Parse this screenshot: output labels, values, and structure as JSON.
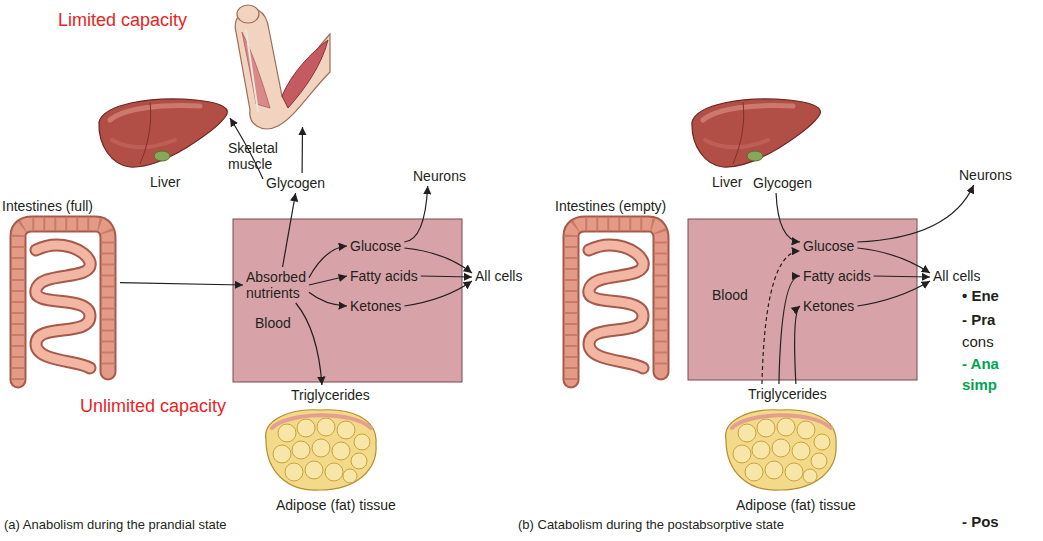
{
  "diagram": {
    "nodes": [
      {
        "text": [
          "Liver"
        ]
      },
      {
        "text": [
          "Skeletal muscle"
        ]
      },
      {
        "text": [
          "Glycogen"
        ]
      },
      {
        "text": [
          "Neurons"
        ]
      },
      {
        "text": [
          "Intestines (full)"
        ]
      },
      {
        "text": [
          "Blood"
        ]
      },
      {
        "text": [
          "Absorbed nutrients"
        ],
        "in": 5
      },
      {
        "text": [
          "Glucose"
        ],
        "in": 5
      },
      {
        "text": [
          "Fatty acids"
        ],
        "in": 5
      },
      {
        "text": [
          "Ketones"
        ],
        "in": 5
      },
      {
        "text": [
          "All cells"
        ]
      },
      {
        "text": [
          "Triglycerides"
        ]
      },
      {
        "text": [
          "Adipose (fat) tissue"
        ]
      },
      {
        "text": [
          "Liver"
        ]
      },
      {
        "text": [
          "Glycogen"
        ]
      },
      {
        "text": [
          "Neurons"
        ]
      },
      {
        "text": [
          "Intestines (empty)"
        ]
      },
      {
        "text": [
          "Blood"
        ]
      },
      {
        "text": [
          "Glucose"
        ],
        "in": 17
      },
      {
        "text": [
          "Fatty acids"
        ],
        "in": 17
      },
      {
        "text": [
          "Ketones"
        ],
        "in": 17
      },
      {
        "text": [
          "All cells"
        ]
      },
      {
        "text": [
          "Triglycerides"
        ]
      },
      {
        "text": [
          "Adipose (fat) tissue"
        ]
      }
    ],
    "edges": [
      {
        "from": 4,
        "to": 6,
        "arrow": "to"
      },
      {
        "from": 6,
        "to": 2,
        "arrow": "to"
      },
      {
        "from": 2,
        "to": 0,
        "arrow": "to"
      },
      {
        "from": 2,
        "to": 1,
        "arrow": "to"
      },
      {
        "from": 6,
        "to": 7,
        "arrow": "to"
      },
      {
        "from": 6,
        "to": 8,
        "arrow": "to"
      },
      {
        "from": 6,
        "to": 9,
        "arrow": "to"
      },
      {
        "from": 6,
        "to": 11,
        "arrow": "to"
      },
      {
        "from": 7,
        "to": 3,
        "arrow": "to"
      },
      {
        "from": 7,
        "to": 10,
        "arrow": "to"
      },
      {
        "from": 8,
        "to": 10,
        "arrow": "to"
      },
      {
        "from": 9,
        "to": 10,
        "arrow": "to"
      },
      {
        "from": 14,
        "to": 18,
        "arrow": "to"
      },
      {
        "from": 22,
        "to": 18,
        "arrow": "to"
      },
      {
        "from": 22,
        "to": 19,
        "arrow": "to"
      },
      {
        "from": 22,
        "to": 20,
        "arrow": "to"
      },
      {
        "from": 18,
        "to": 15,
        "arrow": "to"
      },
      {
        "from": 18,
        "to": 21,
        "arrow": "to"
      },
      {
        "from": 19,
        "to": 21,
        "arrow": "to"
      },
      {
        "from": 20,
        "to": 21,
        "arrow": "to"
      }
    ],
    "labels": [
      "Limited capacity",
      "Unlimited capacity",
      "(a) Anabolism during the prandial state",
      "(b) Catabolism during the postabsorptive state",
      "• Ene",
      "- Pra",
      "cons",
      "- Ana",
      "simp",
      "- Pos"
    ]
  }
}
